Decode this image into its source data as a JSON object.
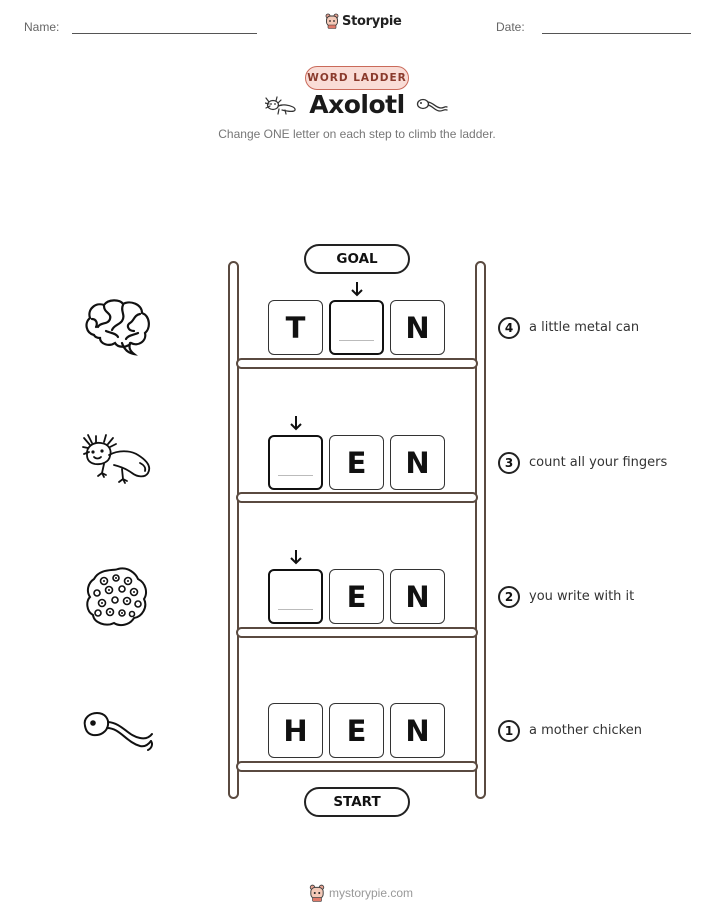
{
  "header": {
    "name_label": "Name:",
    "date_label": "Date:",
    "brand": "Storypie"
  },
  "tag": "WORD LADDER",
  "title": "Axolotl",
  "subtitle": "Change ONE letter on each step to climb the ladder.",
  "goal_label": "GOAL",
  "start_label": "START",
  "steps": [
    {
      "number": "4",
      "clue": "a little metal can",
      "letters": [
        "T",
        "",
        "N"
      ],
      "picture": "brain-icon"
    },
    {
      "number": "3",
      "clue": "count all your fingers",
      "letters": [
        "",
        "E",
        "N"
      ],
      "picture": "axolotl-icon"
    },
    {
      "number": "2",
      "clue": "you write with it",
      "letters": [
        "",
        "E",
        "N"
      ],
      "picture": "frogspawn-icon"
    },
    {
      "number": "1",
      "clue": "a mother chicken",
      "letters": [
        "H",
        "E",
        "N"
      ],
      "picture": "tadpole-icon"
    }
  ],
  "footer": "mystorypie.com",
  "colors": {
    "tag_bg": "#f9dcd6",
    "tag_border": "#c96a5a",
    "ladder": "#5a4a40"
  }
}
